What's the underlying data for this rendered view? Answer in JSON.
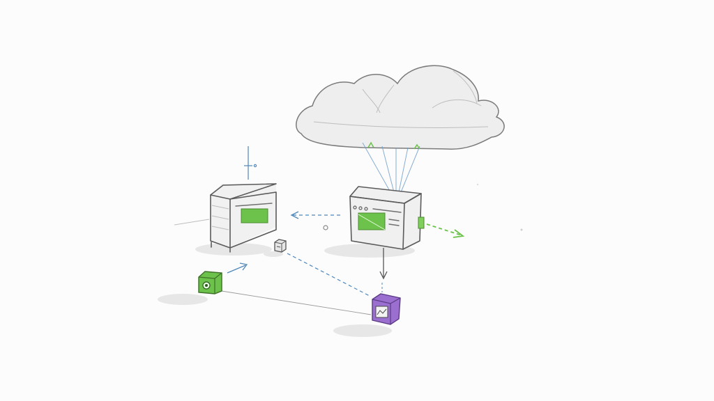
{
  "colors": {
    "paper": "#fcfcfc",
    "pencil": "#6f6f6f",
    "blue_ink": "#4f86b8",
    "green_marker": "#6cc24a",
    "purple_marker": "#8a5bbf",
    "shadow": "#cfcfcf"
  },
  "nodes": [
    {
      "id": "cloud",
      "kind": "cloud",
      "icon": "cloud-icon"
    },
    {
      "id": "left-server",
      "kind": "server",
      "icon": "server-icon",
      "accent": "green"
    },
    {
      "id": "center-server",
      "kind": "server",
      "icon": "server-icon",
      "accent": "green"
    },
    {
      "id": "green-device",
      "kind": "device-cube",
      "icon": "camera-device-icon",
      "accent": "green"
    },
    {
      "id": "purple-device",
      "kind": "device-cube",
      "icon": "chart-device-icon",
      "accent": "purple"
    },
    {
      "id": "small-device",
      "kind": "device-cube",
      "icon": "sensor-device-icon",
      "accent": "none"
    }
  ],
  "connections": [
    {
      "from": "cloud",
      "to": "center-server",
      "style": "thin-lines"
    },
    {
      "from": "center-server",
      "to": "left-server",
      "style": "dashed-arrow"
    },
    {
      "from": "center-server",
      "to": "purple-device",
      "style": "arrow"
    },
    {
      "from": "center-server",
      "to": "right",
      "style": "green-dashed-arrow"
    },
    {
      "from": "green-device",
      "to": "left-server",
      "style": "arrow"
    },
    {
      "from": "small-device",
      "to": "purple-device",
      "style": "dashed"
    },
    {
      "from": "green-device",
      "to": "purple-device",
      "style": "thin-line"
    }
  ]
}
